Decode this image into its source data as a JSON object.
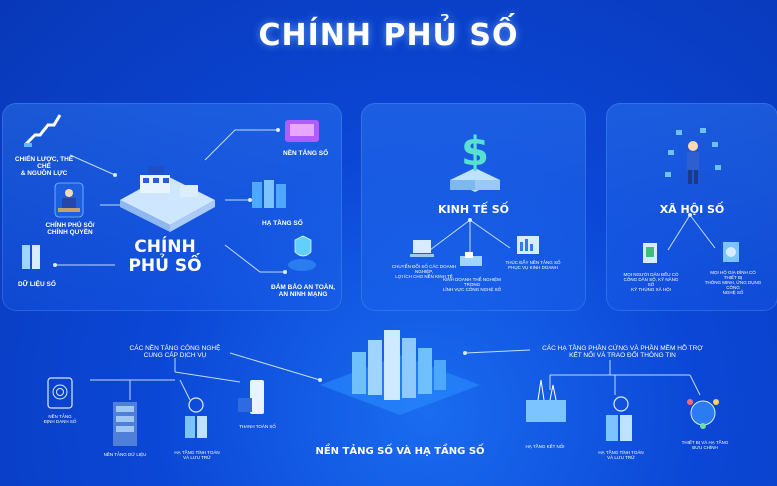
{
  "title": "CHÍNH PHỦ SỐ",
  "gov": {
    "center": [
      "CHÍNH",
      "PHỦ SỐ"
    ],
    "strategy": [
      "CHIẾN LƯỢC, THỂ CHẾ",
      "& NGUỒN LỰC"
    ],
    "govt": [
      "CHÍNH PHỦ SỐ/",
      "CHÍNH QUYỀN"
    ],
    "data": "DỮ LIỆU SỐ",
    "platform": "NỀN TẢNG SỐ",
    "infra": "HẠ TẦNG SỐ",
    "security": [
      "ĐẢM BẢO AN TOÀN,",
      "AN NINH MẠNG"
    ]
  },
  "economy": {
    "title": "KINH TẾ SỐ",
    "item1": [
      "CHUYỂN ĐỔI SỐ CÁC DOANH NGHIỆP,",
      "LỢI ÍCH CHO NỀN KINH TẾ"
    ],
    "item2": [
      "KINH DOANH THỂ NGHIỆM TRONG",
      "LĨNH VỰC CÔNG NGHỆ SỐ"
    ],
    "item3": [
      "THÚC ĐẨY NỀN TẢNG SỐ",
      "PHỤC VỤ KINH DOANH"
    ]
  },
  "society": {
    "title": "XÃ HỘI SỐ",
    "item1": [
      "MỌI NGƯỜI DÂN ĐỀU CÓ",
      "CÔNG DÂN SỐ, KỸ NĂNG SỐ",
      "KỸ THÙNG XÃ HỘI"
    ],
    "item2": [
      "MỌI HỘ GIA ĐÌNH CÓ THIẾT BỊ",
      "THÔNG MINH, ỨNG DỤNG CÔNG",
      "NGHỆ SỐ"
    ]
  },
  "bottom": {
    "left_caption": [
      "CÁC NỀN TẢNG CÔNG NGHỆ",
      "CUNG CẤP DỊCH VỤ"
    ],
    "right_caption": [
      "CÁC HẠ TẦNG PHẦN CỨNG VÀ PHẦN MỀM HỖ TRỢ",
      "KẾT NỐI VÀ TRAO ĐỔI THÔNG TIN"
    ],
    "center_label": "NỀN TẢNG SỐ VÀ HẠ TẦNG SỐ",
    "left_items": [
      [
        "NỀN TẢNG",
        "ĐỊNH DANH SỐ"
      ],
      [
        "NỀN TẢNG DỮ LIỆU"
      ],
      [
        "HẠ TẦNG TÍNH TOÁN",
        "VÀ LƯU TRỮ"
      ],
      [
        "THANH TOÁN SỐ"
      ]
    ],
    "right_items": [
      [
        "HẠ TẦNG KẾT NỐI"
      ],
      [
        "HẠ TẦNG TÍNH TOÁN",
        "VÀ LƯU TRỮ"
      ],
      [
        "THIẾT BỊ VÀ HẠ TẦNG",
        "BƯU CHÍNH"
      ]
    ]
  },
  "colors": {
    "bg": "#0b47d6",
    "panel": "#3c8cff",
    "accent": "#7fd0ff"
  }
}
